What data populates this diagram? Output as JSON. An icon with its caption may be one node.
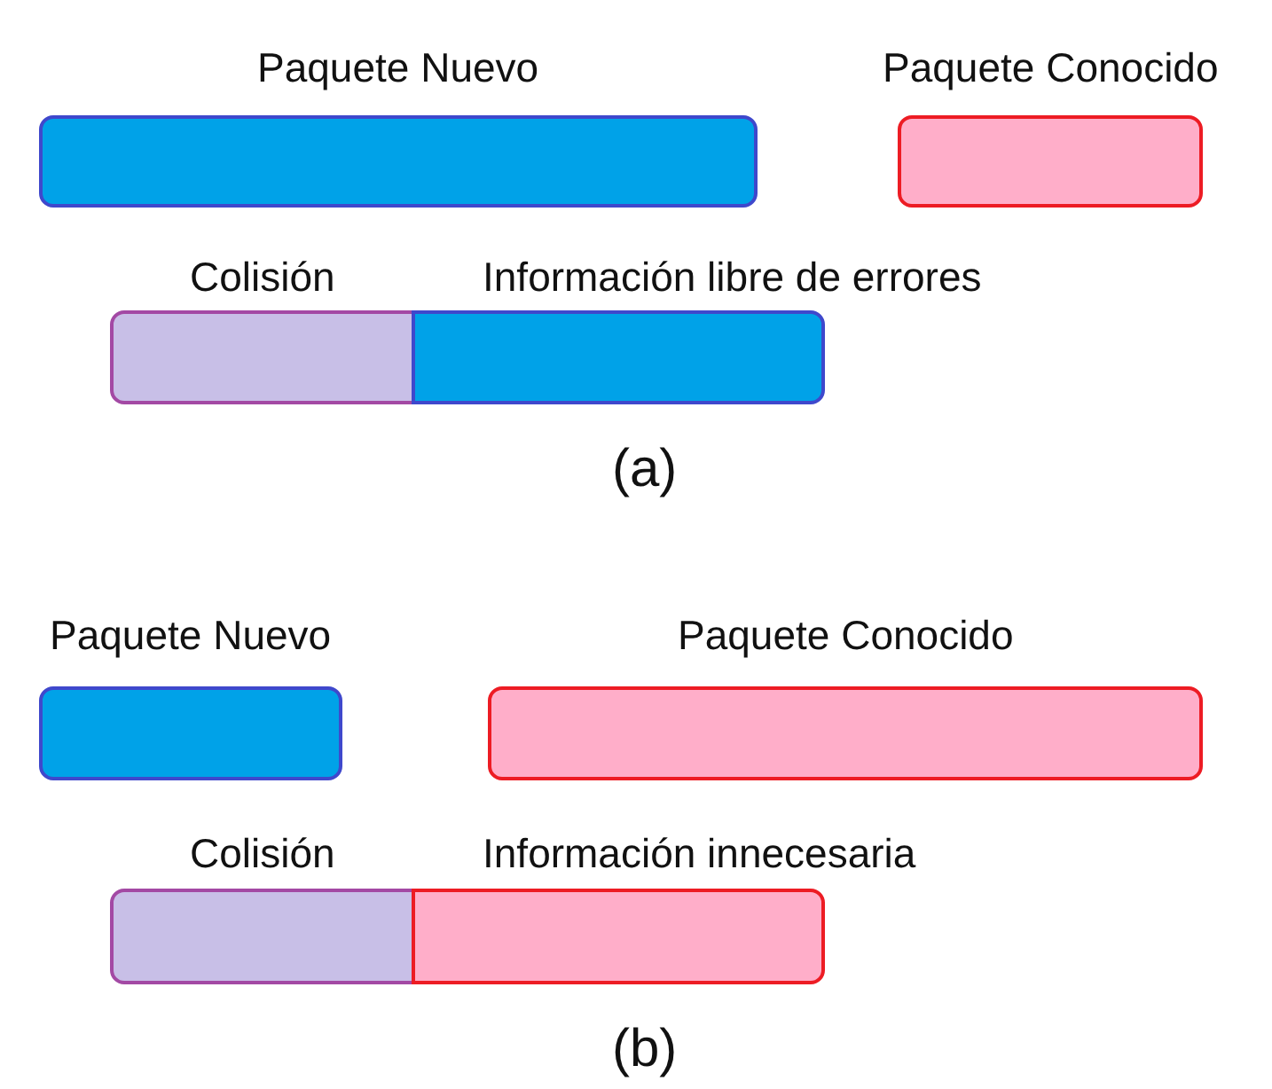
{
  "diagram": {
    "nodes": [
      {
        "text": [
          "Paquete Nuevo"
        ]
      },
      {
        "text": [
          "Paquete Conocido"
        ]
      },
      {
        "text": [
          "Colisión"
        ]
      },
      {
        "text": [
          "Información libre de errores"
        ]
      },
      {
        "text": [
          "Paquete Nuevo"
        ]
      },
      {
        "text": [
          "Paquete Conocido"
        ]
      },
      {
        "text": [
          "Colisión"
        ]
      },
      {
        "text": [
          "Información innecesaria"
        ]
      }
    ],
    "labels": [
      "(a)",
      "(b)"
    ]
  }
}
